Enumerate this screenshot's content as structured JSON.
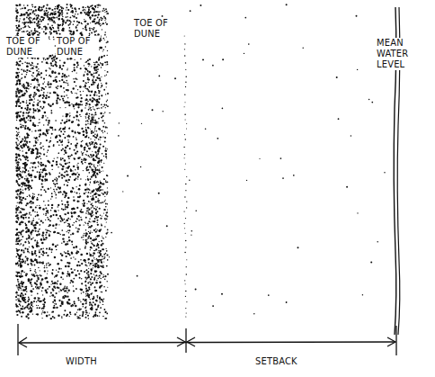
{
  "diagram": {
    "labels": [
      "TOE OF DUNE",
      "TOP OF DUNE",
      "TOE OF DUNE",
      "MEAN WATER LEVEL",
      "WIDTH",
      "SETBACK"
    ]
  }
}
